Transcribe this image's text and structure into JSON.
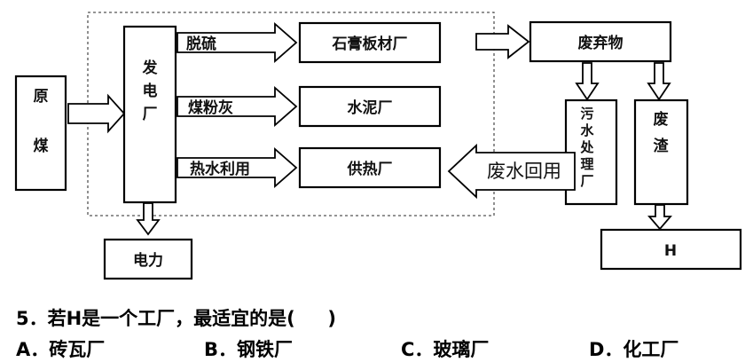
{
  "diagram": {
    "raw_coal": [
      "原",
      "煤"
    ],
    "power_plant": [
      "发",
      "电",
      "厂"
    ],
    "electricity": "电力",
    "desulfurization": "脱硫",
    "fly_ash": "煤粉灰",
    "hot_water": "热水利用",
    "gypsum_plant": "石膏板材厂",
    "cement_plant": "水泥厂",
    "heating_plant": "供热厂",
    "waste": "废弃物",
    "sewage_plant": [
      "污",
      "水",
      "处",
      "理",
      "厂"
    ],
    "slag": [
      "废",
      "渣"
    ],
    "h_plant": "H",
    "recycle": "废水回用"
  },
  "question": {
    "stem": "5．若H是一个工厂，最适宜的是(     )",
    "options": [
      "A．砖瓦厂",
      "B．钢铁厂",
      "C．玻璃厂",
      "D．化工厂"
    ]
  }
}
